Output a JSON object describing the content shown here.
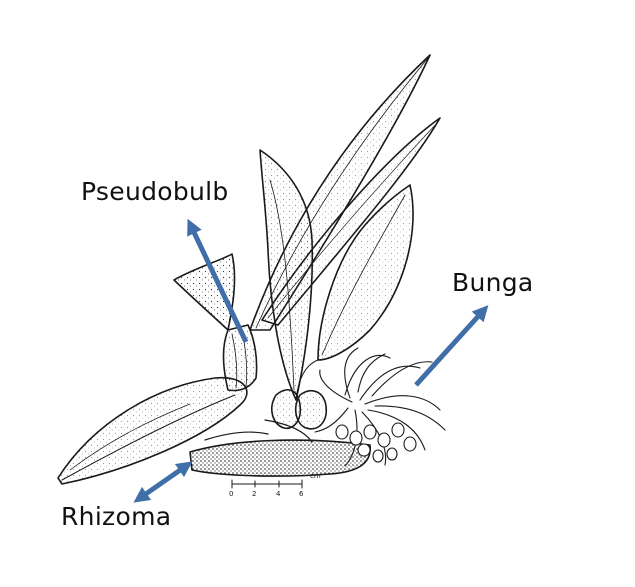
{
  "labels": {
    "pseudobulb": "Pseudobulb",
    "bunga": "Bunga",
    "rhizoma": "Rhizoma"
  },
  "scale_bar": {
    "ticks": [
      "0",
      "2",
      "4",
      "6"
    ],
    "unit": "cm"
  },
  "colors": {
    "arrow": "#3f6ea8",
    "ink": "#1a1a1a"
  },
  "illustration": "orchid-line-drawing"
}
